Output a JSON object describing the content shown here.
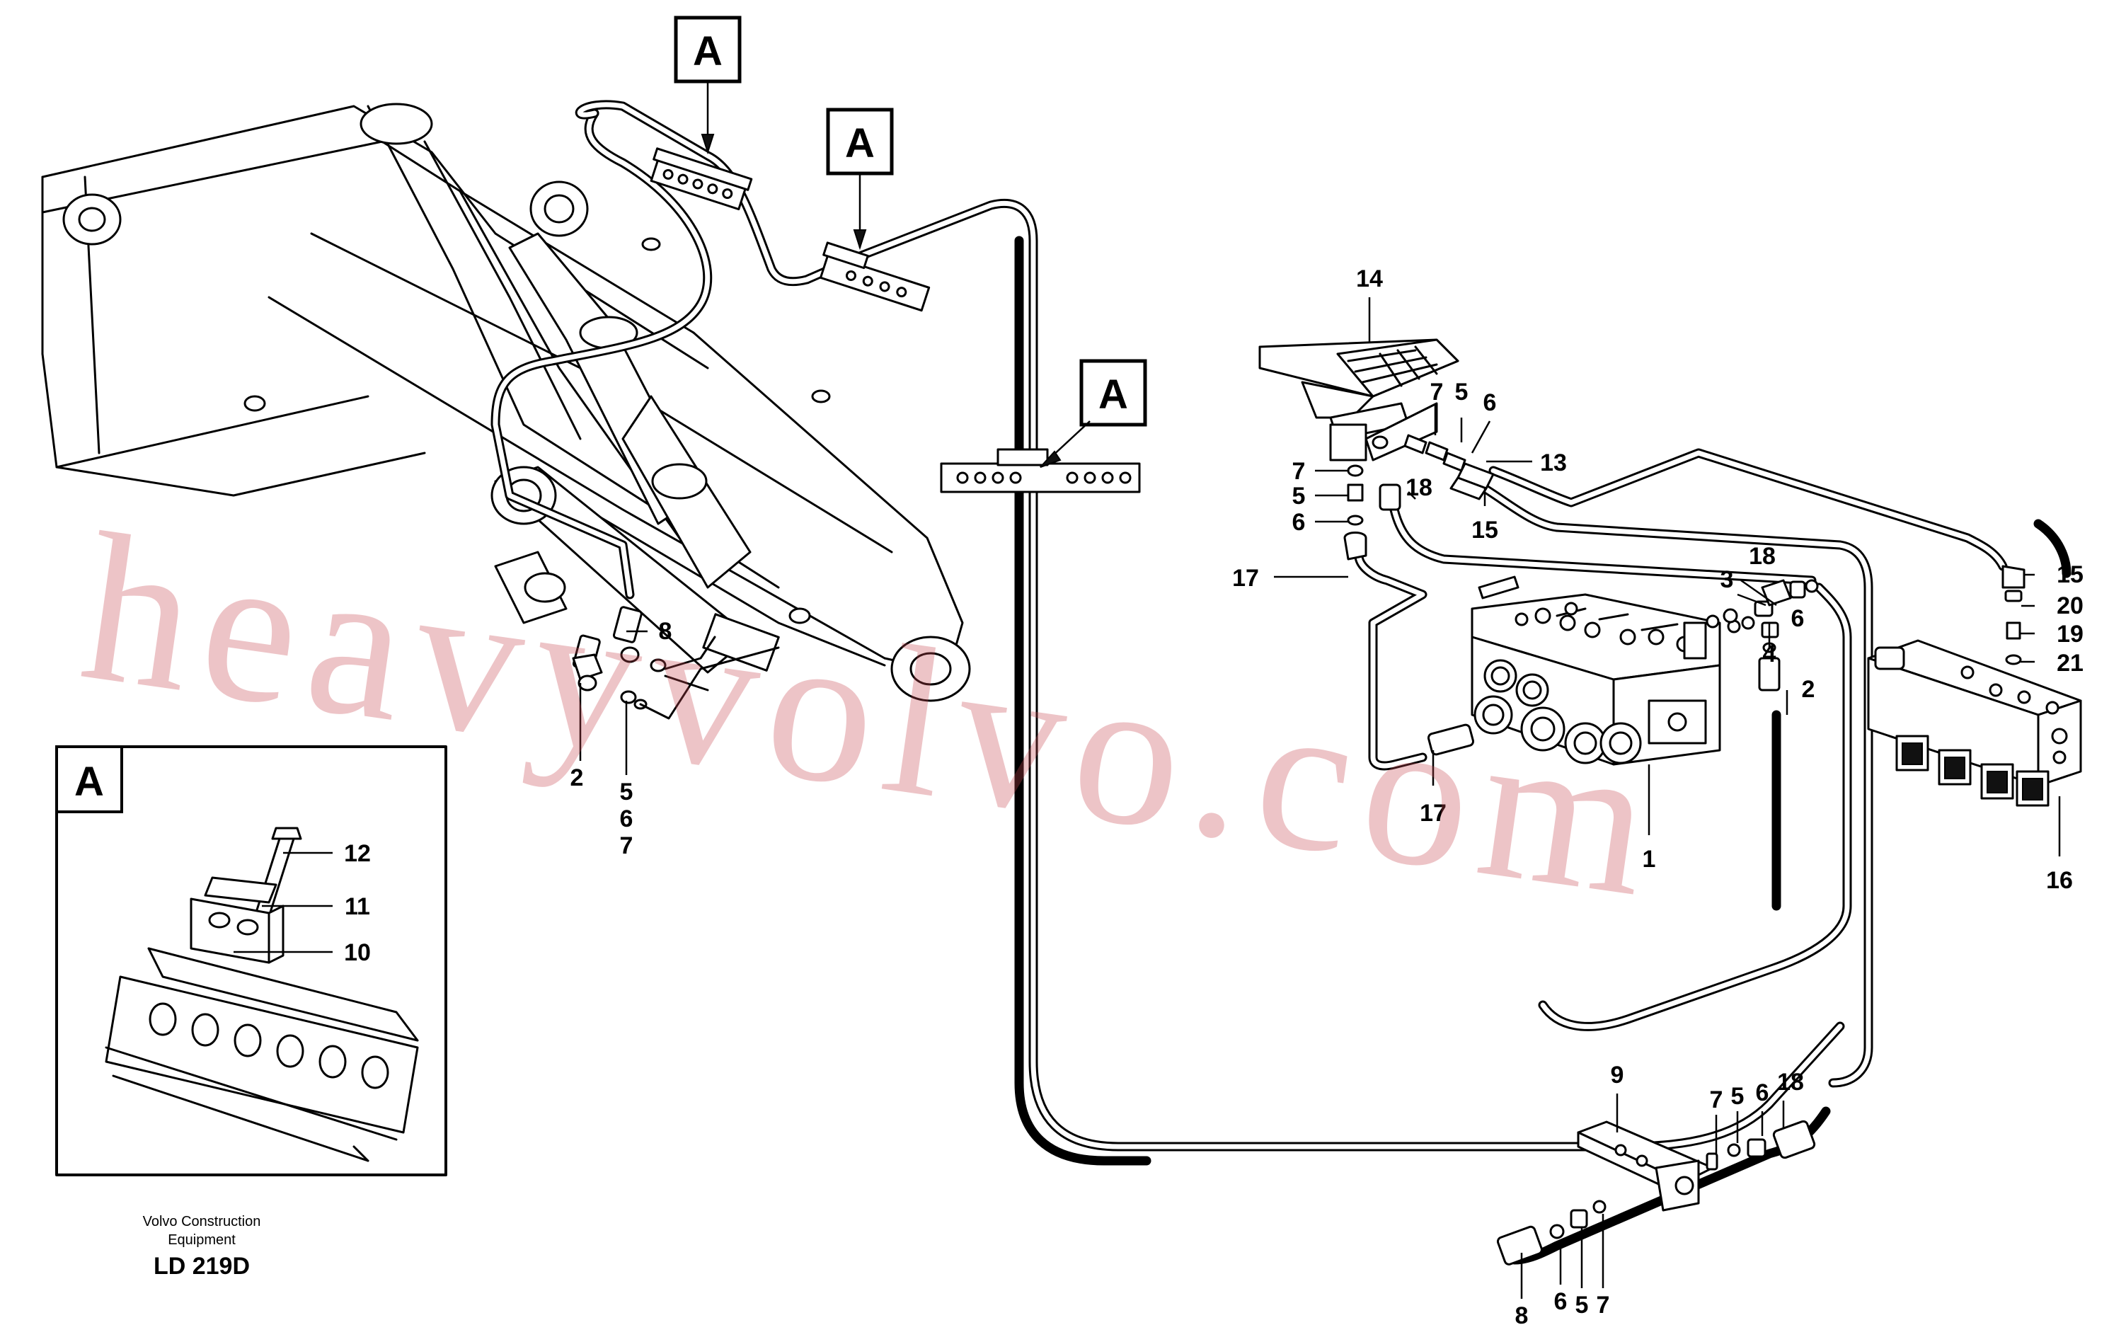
{
  "watermark": "heavyvolvo.com",
  "credit": {
    "line1": "Volvo Construction",
    "line2": "Equipment",
    "code": "LD 219D"
  },
  "view_marker": "A",
  "callouts": {
    "c14": "14",
    "c7a": "7",
    "c5a": "5",
    "c6a": "6",
    "c13": "13",
    "c7b": "7",
    "c5b": "5",
    "c6b": "6",
    "c18a": "18",
    "c15a": "15",
    "c17a": "17",
    "c18b": "18",
    "c3": "3",
    "c6c": "6",
    "c4": "4",
    "c2a": "2",
    "c17b": "17",
    "c1": "1",
    "c15b": "15",
    "c20": "20",
    "c19": "19",
    "c21": "21",
    "c16": "16",
    "c8a": "8",
    "c2b": "2",
    "c5c": "5",
    "c6d": "6",
    "c7c": "7",
    "c12": "12",
    "c11": "11",
    "c10": "10",
    "c9": "9",
    "c7d": "7",
    "c5d": "5",
    "c6e": "6",
    "c18c": "18",
    "c8b": "8",
    "c6f": "6",
    "c5e": "5",
    "c7e": "7"
  }
}
